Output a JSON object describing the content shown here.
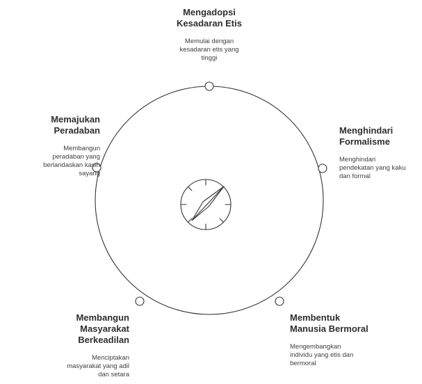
{
  "diagram": {
    "center_icon": "compass-icon",
    "colors": {
      "stroke": "#333333",
      "fill": "#ffffff",
      "text_title": "#2e2e2e",
      "text_body": "#404040"
    },
    "nodes": [
      {
        "id": "top",
        "title": "Mengadopsi\nKesadaran Etis",
        "description": "Memulai dengan\nkesadaran etis yang\ntinggi"
      },
      {
        "id": "right",
        "title": "Menghindari\nFormalisme",
        "description": "Menghindari\npendekatan yang kaku\ndan formal"
      },
      {
        "id": "bottom-right",
        "title": "Membentuk\nManusia Bermoral",
        "description": "Mengembangkan\nindividu yang etis dan\nbermoral"
      },
      {
        "id": "bottom-left",
        "title": "Membangun\nMasyarakat\nBerkeadilan",
        "description": "Menciptakan\nmasyarakat yang adil\ndan setara"
      },
      {
        "id": "left",
        "title": "Memajukan\nPeradaban",
        "description": "Membangun\nperadaban yang\nberlandaskan kasih\nsayang"
      }
    ]
  }
}
